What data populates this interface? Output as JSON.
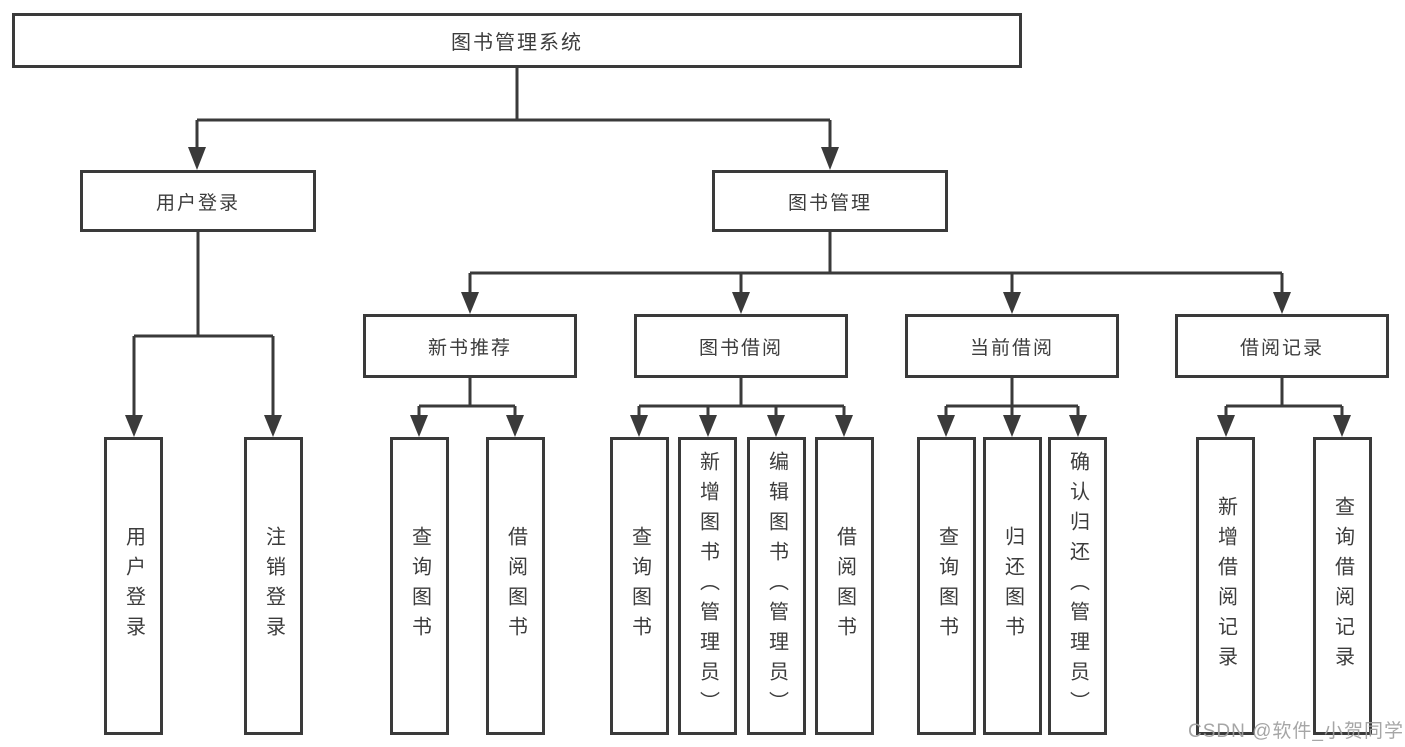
{
  "diagram": {
    "root": "图书管理系统",
    "branches": [
      {
        "label": "用户登录",
        "children": [
          "用户登录",
          "注销登录"
        ]
      },
      {
        "label": "图书管理",
        "children": [
          {
            "label": "新书推荐",
            "children": [
              "查询图书",
              "借阅图书"
            ]
          },
          {
            "label": "图书借阅",
            "children": [
              "查询图书",
              "新增图书（管理员）",
              "编辑图书（管理员）",
              "借阅图书"
            ]
          },
          {
            "label": "当前借阅",
            "children": [
              "查询图书",
              "归还图书",
              "确认归还（管理员）"
            ]
          },
          {
            "label": "借阅记录",
            "children": [
              "新增借阅记录",
              "查询借阅记录"
            ]
          }
        ]
      }
    ]
  },
  "colors": {
    "line": "#3a3a3a",
    "text": "#3c3c3c",
    "watermark": "#9e9e9e"
  },
  "watermark": "CSDN @软件_小贺同学"
}
